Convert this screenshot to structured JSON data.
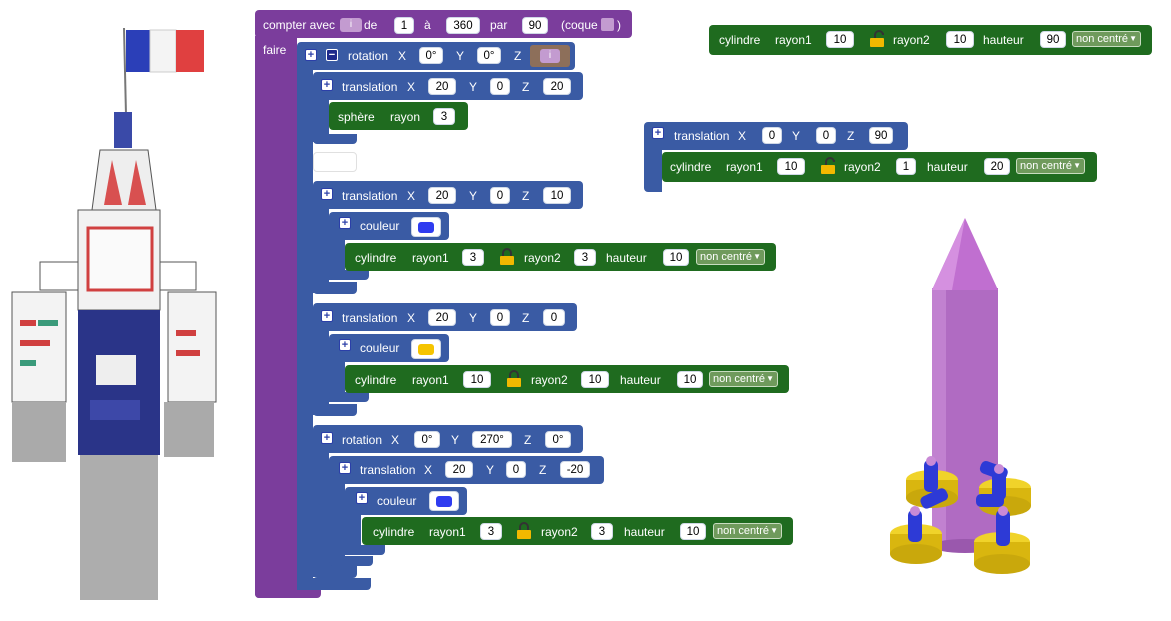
{
  "loop": {
    "compter": "compter avec",
    "var": "i",
    "de": "de",
    "from": "1",
    "a": "à",
    "to": "360",
    "par": "par",
    "step": "90",
    "coque": "(coque",
    "coque_end": ")",
    "faire": "faire"
  },
  "rotation1": {
    "label": "rotation",
    "xl": "X",
    "x": "0°",
    "yl": "Y",
    "y": "0°",
    "zl": "Z",
    "z": "i"
  },
  "trans1": {
    "label": "translation",
    "xl": "X",
    "x": "20",
    "yl": "Y",
    "y": "0",
    "zl": "Z",
    "z": "20"
  },
  "sphere": {
    "label": "sphère",
    "rl": "rayon",
    "r": "3"
  },
  "trans2": {
    "label": "translation",
    "xl": "X",
    "x": "20",
    "yl": "Y",
    "y": "0",
    "zl": "Z",
    "z": "10"
  },
  "couleur_label": "couleur",
  "cyl2": {
    "label": "cylindre",
    "r1l": "rayon1",
    "r1": "3",
    "r2l": "rayon2",
    "r2": "3",
    "hl": "hauteur",
    "h": "10",
    "mode": "non centré"
  },
  "trans3": {
    "label": "translation",
    "xl": "X",
    "x": "20",
    "yl": "Y",
    "y": "0",
    "zl": "Z",
    "z": "0"
  },
  "cyl3": {
    "label": "cylindre",
    "r1l": "rayon1",
    "r1": "10",
    "r2l": "rayon2",
    "r2": "10",
    "hl": "hauteur",
    "h": "10",
    "mode": "non centré"
  },
  "rotation2": {
    "label": "rotation",
    "xl": "X",
    "x": "0°",
    "yl": "Y",
    "y": "270°",
    "zl": "Z",
    "z": "0°"
  },
  "trans4": {
    "label": "translation",
    "xl": "X",
    "x": "20",
    "yl": "Y",
    "y": "0",
    "zl": "Z",
    "z": "-20"
  },
  "cyl4": {
    "label": "cylindre",
    "r1l": "rayon1",
    "r1": "3",
    "r2l": "rayon2",
    "r2": "3",
    "hl": "hauteur",
    "h": "10",
    "mode": "non centré"
  },
  "cylTop": {
    "label": "cylindre",
    "r1l": "rayon1",
    "r1": "10",
    "r2l": "rayon2",
    "r2": "10",
    "hl": "hauteur",
    "h": "90",
    "mode": "non centré"
  },
  "trans5": {
    "label": "translation",
    "xl": "X",
    "x": "0",
    "yl": "Y",
    "y": "0",
    "zl": "Z",
    "z": "90"
  },
  "cyl5": {
    "label": "cylindre",
    "r1l": "rayon1",
    "r1": "10",
    "r2l": "rayon2",
    "r2": "1",
    "hl": "hauteur",
    "h": "20",
    "mode": "non centré"
  },
  "colors": {
    "loop": "#7b3d9c",
    "transform": "#3a5ba4",
    "shape": "#1f6b1f",
    "blue_swatch": "#2f3cf0",
    "yellow_swatch": "#f5c400",
    "rocket": "#b06bc2",
    "foot": "#e4c21a",
    "arm": "#2d3ad6"
  }
}
